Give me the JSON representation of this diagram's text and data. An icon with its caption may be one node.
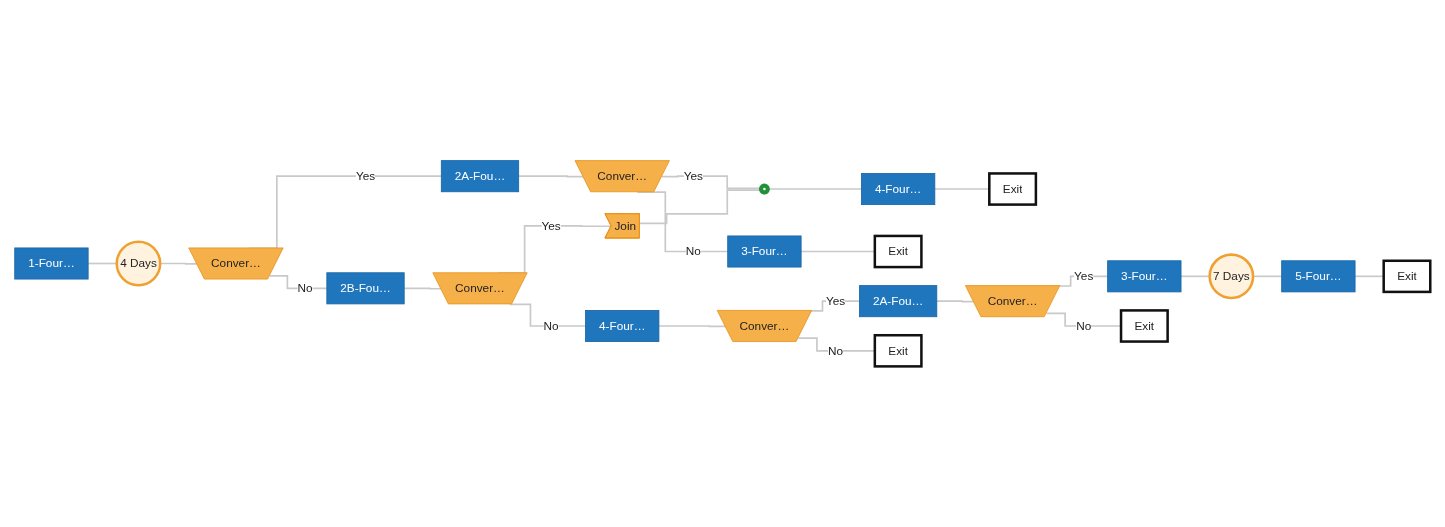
{
  "diagram": {
    "nodes": [
      {
        "text": [
          "1-Four…"
        ]
      },
      {
        "text": [
          "4 Days"
        ]
      },
      {
        "text": [
          "Conver…"
        ]
      },
      {
        "text": [
          "2A-Fou…"
        ]
      },
      {
        "text": [
          "Conver…"
        ]
      },
      {
        "text": [],
        "shape": "circle"
      },
      {
        "text": [
          "4-Four…"
        ]
      },
      {
        "text": [
          "Exit"
        ]
      },
      {
        "text": [
          "3-Four…"
        ]
      },
      {
        "text": [
          "Exit"
        ]
      },
      {
        "text": [
          "2B-Fou…"
        ]
      },
      {
        "text": [
          "Conver…"
        ]
      },
      {
        "text": [
          "Join"
        ]
      },
      {
        "text": [
          "4-Four…"
        ]
      },
      {
        "text": [
          "Conver…"
        ]
      },
      {
        "text": [
          "2A-Fou…"
        ]
      },
      {
        "text": [
          "Conver…"
        ]
      },
      {
        "text": [
          "3-Four…"
        ]
      },
      {
        "text": [
          "7 Days"
        ]
      },
      {
        "text": [
          "5-Four…"
        ]
      },
      {
        "text": [
          "Exit"
        ]
      },
      {
        "text": [
          "Exit"
        ]
      },
      {
        "text": [
          "Exit"
        ]
      }
    ],
    "edges": [
      {
        "from": 0,
        "to": 1,
        "arrow": "none"
      },
      {
        "from": 1,
        "to": 2,
        "arrow": "none"
      },
      {
        "from": 2,
        "to": 3,
        "label": "Yes",
        "arrow": "none"
      },
      {
        "from": 2,
        "to": 10,
        "label": "No",
        "arrow": "none"
      },
      {
        "from": 3,
        "to": 4,
        "arrow": "none"
      },
      {
        "from": 4,
        "to": 5,
        "label": "Yes",
        "arrow": "none"
      },
      {
        "from": 4,
        "to": 8,
        "label": "No",
        "arrow": "none"
      },
      {
        "from": 5,
        "to": 6,
        "arrow": "none"
      },
      {
        "from": 6,
        "to": 7,
        "arrow": "none"
      },
      {
        "from": 8,
        "to": 9,
        "arrow": "none"
      },
      {
        "from": 10,
        "to": 11,
        "arrow": "none"
      },
      {
        "from": 11,
        "to": 12,
        "label": "Yes",
        "arrow": "none"
      },
      {
        "from": 11,
        "to": 13,
        "label": "No",
        "arrow": "none"
      },
      {
        "from": 12,
        "to": 5,
        "arrow": "none"
      },
      {
        "from": 13,
        "to": 14,
        "arrow": "none"
      },
      {
        "from": 14,
        "to": 15,
        "label": "Yes",
        "arrow": "none"
      },
      {
        "from": 14,
        "to": 22,
        "label": "No",
        "arrow": "none"
      },
      {
        "from": 15,
        "to": 16,
        "arrow": "none"
      },
      {
        "from": 16,
        "to": 17,
        "label": "Yes",
        "arrow": "none"
      },
      {
        "from": 16,
        "to": 21,
        "label": "No",
        "arrow": "none"
      },
      {
        "from": 17,
        "to": 18,
        "arrow": "none"
      },
      {
        "from": 18,
        "to": 19,
        "arrow": "none"
      },
      {
        "from": 19,
        "to": 20,
        "arrow": "none"
      }
    ]
  }
}
